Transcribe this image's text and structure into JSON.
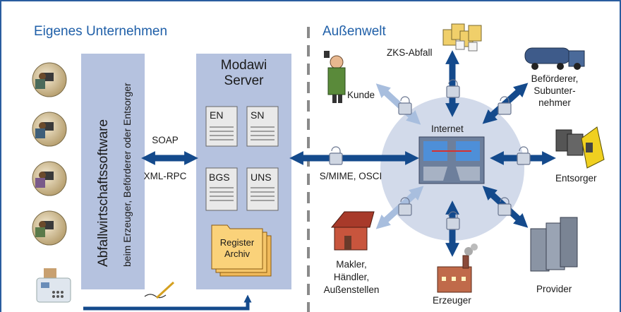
{
  "sections": {
    "left_title": "Eigenes Unternehmen",
    "right_title": "Außenwelt"
  },
  "software": {
    "title": "Abfallwirtschaftssoftware",
    "subtitle": "beim Erzeuger, Beförderer oder Entsorger"
  },
  "protocols": {
    "top": "SOAP",
    "bottom": "XML-RPC",
    "secure": "S/MIME, OSCI"
  },
  "server": {
    "title_line1": "Modawi",
    "title_line2": "Server",
    "docs": [
      "EN",
      "SN",
      "BGS",
      "UNS"
    ],
    "folder_line1": "Register",
    "folder_line2": "Archiv"
  },
  "internet": {
    "label": "Internet"
  },
  "parties": {
    "zks": "ZKS-Abfall",
    "kunde": "Kunde",
    "befoerderer_1": "Beförderer,",
    "befoerderer_2": "Subunter-",
    "befoerderer_3": "nehmer",
    "entsorger": "Entsorger",
    "provider": "Provider",
    "erzeuger": "Erzeuger",
    "makler_1": "Makler,",
    "makler_2": "Händler,",
    "makler_3": "Außenstellen"
  },
  "colors": {
    "border": "#2a5d9f",
    "header": "#1f5fa8",
    "arrow_dark": "#144a8c",
    "arrow_light": "#a8bede",
    "panel": "#b5c2df",
    "circle": "#d2daea",
    "paper": "#e9e9e9"
  }
}
